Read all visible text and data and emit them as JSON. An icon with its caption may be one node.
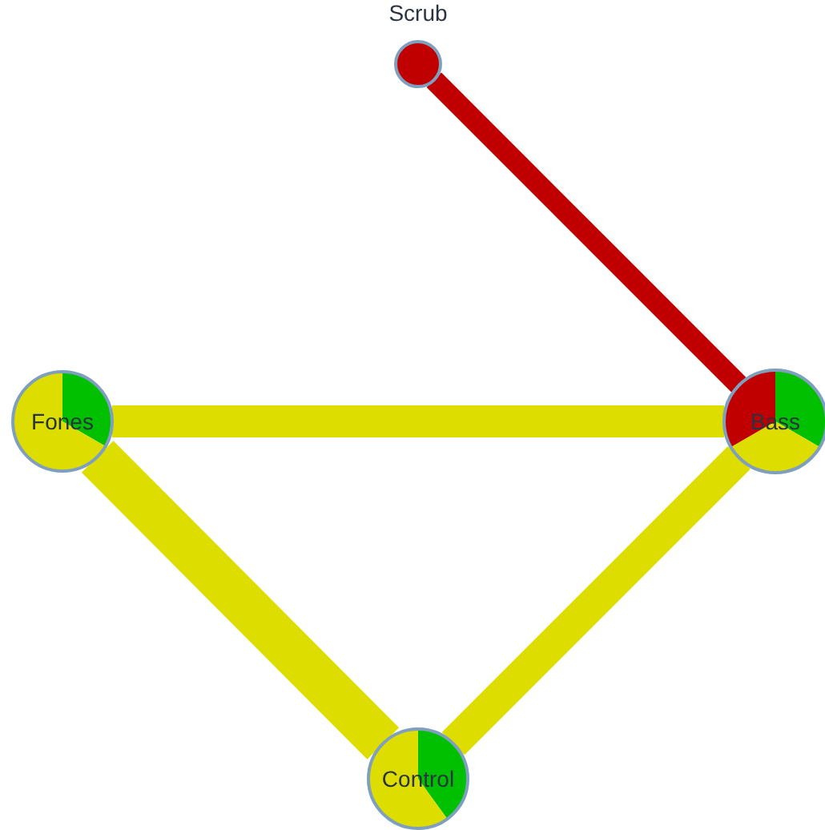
{
  "diagram": {
    "nodes": [
      {
        "text": [
          "Scrub"
        ]
      },
      {
        "text": [
          "Fones"
        ]
      },
      {
        "text": [
          "Bass"
        ]
      },
      {
        "text": [
          "Control"
        ]
      }
    ],
    "edges": [
      {
        "from": 0,
        "to": 2,
        "arrow": "none",
        "color": "#c00000"
      },
      {
        "from": 1,
        "to": 2,
        "arrow": "none"
      },
      {
        "from": 1,
        "to": 3,
        "arrow": "none"
      },
      {
        "from": 2,
        "to": 3,
        "arrow": "none"
      }
    ]
  }
}
